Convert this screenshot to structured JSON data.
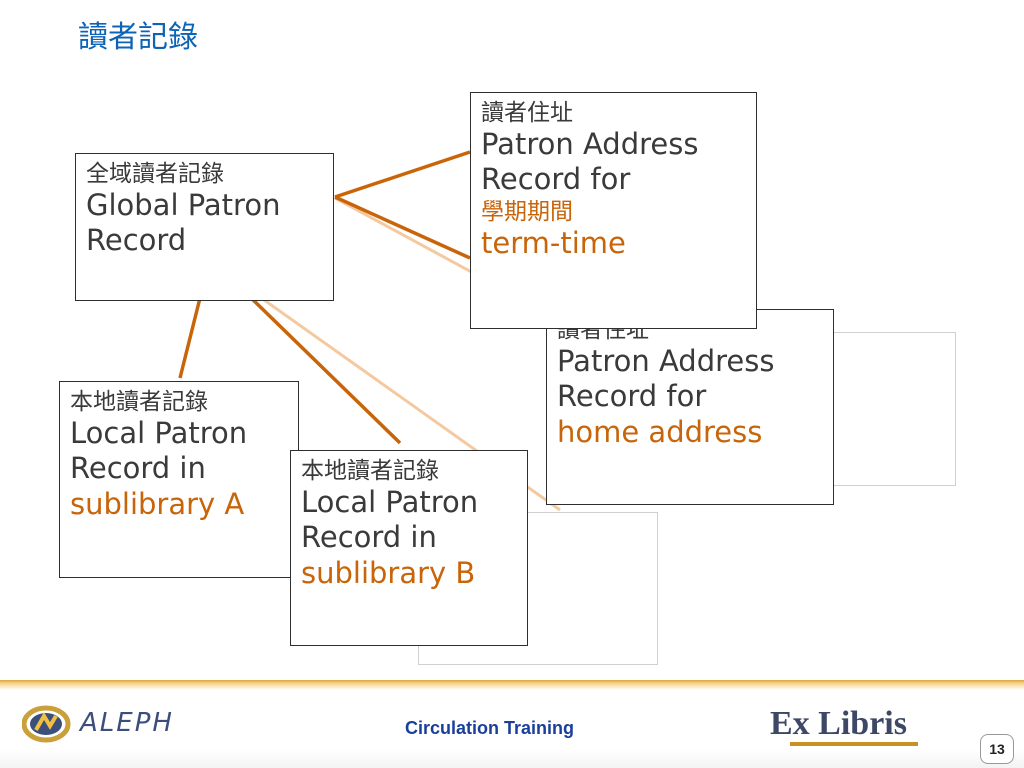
{
  "slide": {
    "title": "讀者記錄"
  },
  "boxes": {
    "global": {
      "cjk": "全域讀者記錄",
      "line1": "Global Patron",
      "line2": "Record"
    },
    "address_term": {
      "cjk": "讀者住址",
      "line1": "Patron Address",
      "line2": "Record for",
      "cjk_highlight": "學期期間",
      "highlight": "term-time"
    },
    "address_home": {
      "cjk": "讀者住址",
      "line1": "Patron Address",
      "line2": "Record for",
      "highlight": "home address"
    },
    "local_a": {
      "cjk": "本地讀者記錄",
      "line1": "Local Patron",
      "line2": "Record in",
      "highlight": "sublibrary A"
    },
    "local_b": {
      "cjk": "本地讀者記錄",
      "line1": "Local Patron",
      "line2": "Record in",
      "highlight": "sublibrary B"
    }
  },
  "footer": {
    "logo_text": "ALEPH",
    "title": "Circulation Training",
    "brand": "Ex Libris",
    "page": "13"
  },
  "colors": {
    "title": "#0d63b4",
    "connector": "#c8650a",
    "connector_faded": "#f5c9a0",
    "highlight": "#c8650a"
  }
}
